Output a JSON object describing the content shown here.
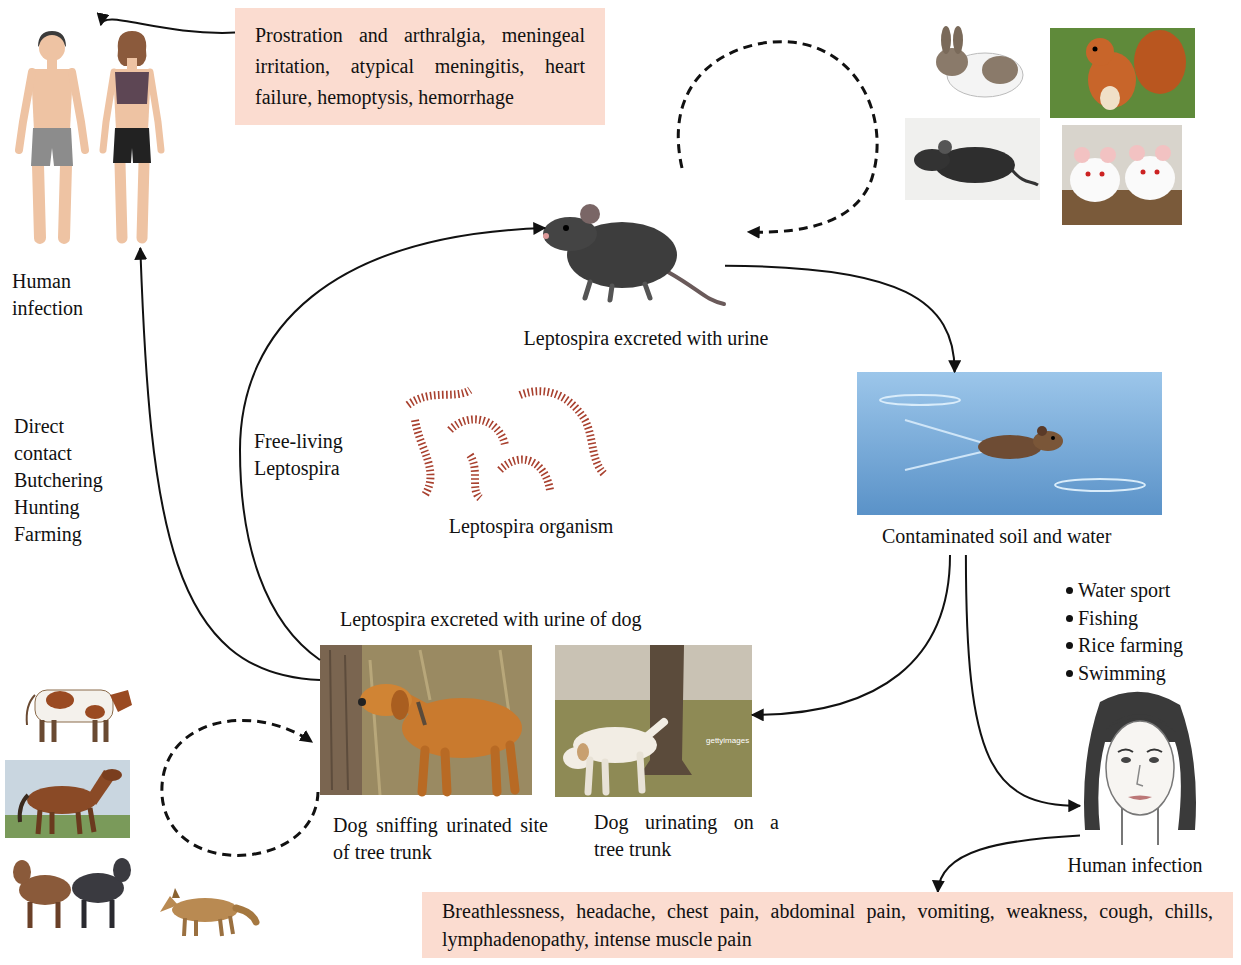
{
  "diagram": {
    "nodes": [
      {
        "text": [
          "Prostration and arthralgia, meningeal irritation, atypical meningitis, heart failure, hemoptysis, hemorrhage"
        ]
      },
      {
        "text": [
          "Human infection"
        ]
      },
      {
        "text": [
          "Leptospira excreted with urine"
        ]
      },
      {
        "text": [
          "Leptospira organism"
        ]
      },
      {
        "text": [
          "Contaminated soil and water"
        ]
      },
      {
        "text": [
          "Leptospira excreted with urine of dog"
        ]
      },
      {
        "text": [
          "Dog sniffing urinated site of tree trunk"
        ],
        "in": 5
      },
      {
        "text": [
          "Dog urinating on a tree trunk"
        ],
        "in": 5
      },
      {
        "text": [
          "Human infection"
        ]
      },
      {
        "text": [
          "Breathlessness, headache, chest pain, abdominal pain, vomiting, weakness, cough, chills, lymphadenopathy, intense muscle pain"
        ]
      }
    ],
    "edges": [
      {
        "from": 0,
        "to": 1,
        "arrow": "to"
      },
      {
        "from": 6,
        "to": 1,
        "label": "Direct contact Butchering Hunting Farming",
        "arrow": "to"
      },
      {
        "from": 6,
        "to": 2,
        "label": "Free-living Leptospira",
        "arrow": "to"
      },
      {
        "from": 2,
        "to": 4,
        "arrow": "to"
      },
      {
        "from": 4,
        "to": 7,
        "arrow": "to"
      },
      {
        "from": 4,
        "to": 8,
        "arrow": "to"
      },
      {
        "from": 8,
        "to": 9,
        "arrow": "to"
      }
    ],
    "labels": [
      "Water sport",
      "Fishing",
      "Rice farming",
      "Swimming",
      "gettyimages"
    ]
  }
}
